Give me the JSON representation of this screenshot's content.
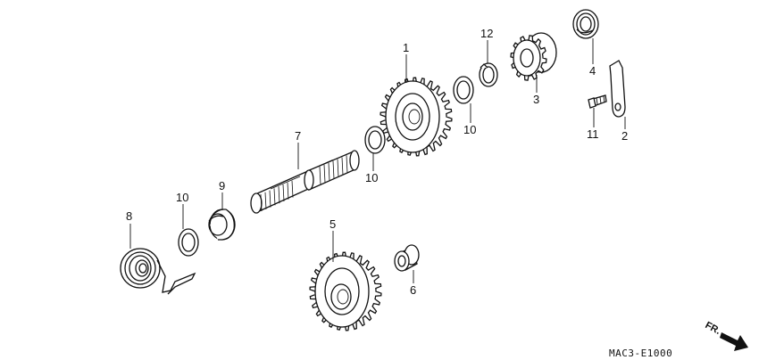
{
  "diagram": {
    "callouts": [
      {
        "id": "c1",
        "label": "1"
      },
      {
        "id": "c2",
        "label": "2"
      },
      {
        "id": "c3",
        "label": "3"
      },
      {
        "id": "c4",
        "label": "4"
      },
      {
        "id": "c5",
        "label": "5"
      },
      {
        "id": "c6",
        "label": "6"
      },
      {
        "id": "c7",
        "label": "7"
      },
      {
        "id": "c8",
        "label": "8"
      },
      {
        "id": "c9",
        "label": "9"
      },
      {
        "id": "c10a",
        "label": "10"
      },
      {
        "id": "c10b",
        "label": "10"
      },
      {
        "id": "c10c",
        "label": "10"
      },
      {
        "id": "c11",
        "label": "11"
      },
      {
        "id": "c12",
        "label": "12"
      }
    ],
    "diagram_code": "MAC3-E1000",
    "direction_label": "FR."
  }
}
